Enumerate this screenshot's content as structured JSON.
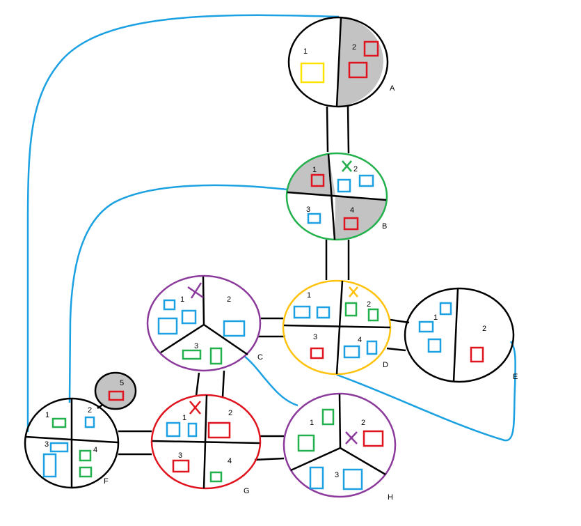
{
  "colors": {
    "blue": "#1ba1e2",
    "red": "#e0141e",
    "green": "#22b14c",
    "yellow": "#ffe100",
    "purple": "#8b3a9b",
    "orange": "#ffc20e",
    "black": "#000000",
    "shaded": "#c3c3c3"
  },
  "nodes": {
    "a": {
      "label": "A",
      "sections": [
        "1",
        "2"
      ]
    },
    "b": {
      "label": "B",
      "sections": [
        "1",
        "2",
        "3",
        "4"
      ]
    },
    "c": {
      "label": "C",
      "sections": [
        "1",
        "2",
        "3"
      ]
    },
    "d": {
      "label": "D",
      "sections": [
        "1",
        "2",
        "3",
        "4"
      ]
    },
    "e": {
      "label": "E",
      "sections": [
        "1",
        "2"
      ]
    },
    "f": {
      "label": "F",
      "sections": [
        "1",
        "2",
        "3",
        "4"
      ]
    },
    "g": {
      "label": "G",
      "sections": [
        "1",
        "2",
        "3",
        "4"
      ]
    },
    "h": {
      "label": "H",
      "sections": [
        "1",
        "2",
        "3"
      ]
    },
    "five": {
      "label": "5"
    }
  }
}
